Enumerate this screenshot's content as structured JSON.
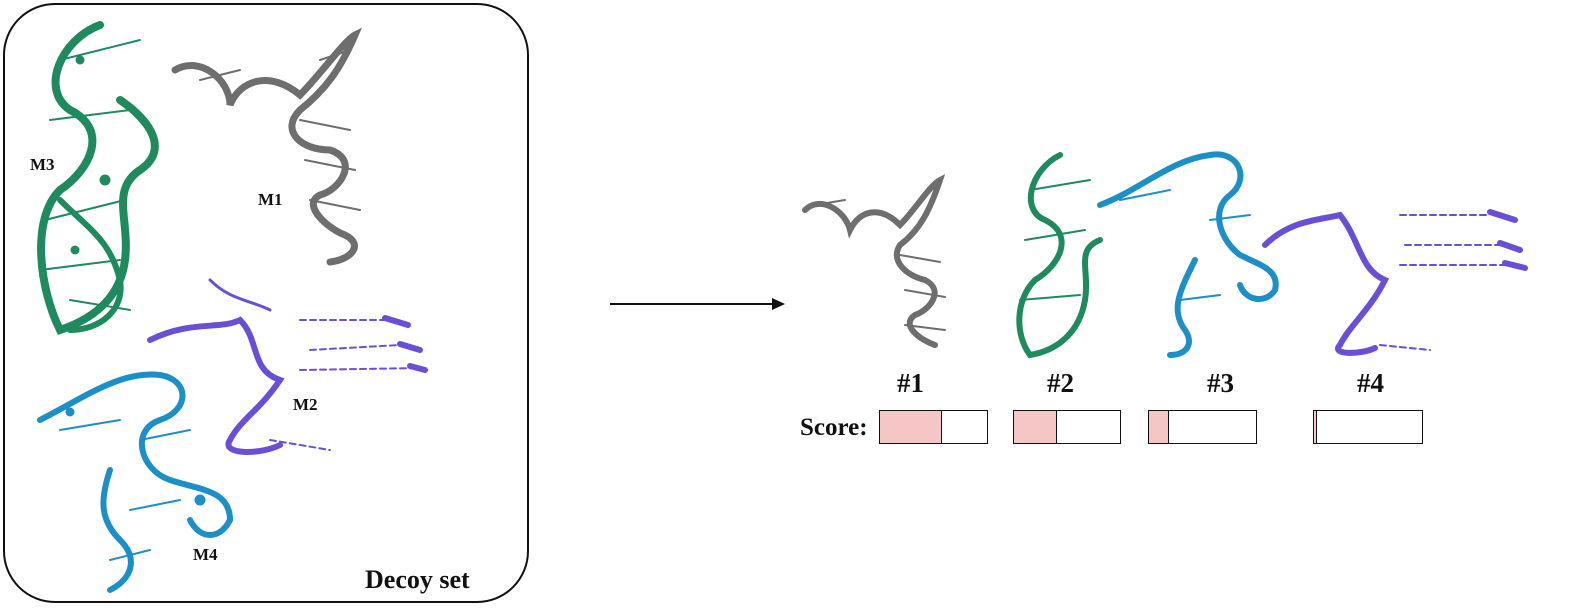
{
  "panel": {
    "title": "Decoy set",
    "models": [
      {
        "label": "M3",
        "color": "#1f8a5e"
      },
      {
        "label": "M1",
        "color": "#6e6e6e"
      },
      {
        "label": "M2",
        "color": "#6a4fd6"
      },
      {
        "label": "M4",
        "color": "#1d8fc7"
      }
    ]
  },
  "ranking": {
    "score_label": "Score:",
    "items": [
      {
        "rank": "#1",
        "model": "M1",
        "color": "#6e6e6e",
        "score_fraction": 0.57
      },
      {
        "rank": "#2",
        "model": "M3",
        "color": "#1f8a5e",
        "score_fraction": 0.4
      },
      {
        "rank": "#3",
        "model": "M4",
        "color": "#1d8fc7",
        "score_fraction": 0.18
      },
      {
        "rank": "#4",
        "model": "M2",
        "color": "#6a4fd6",
        "score_fraction": 0.02
      }
    ]
  },
  "colors": {
    "score_fill": "#f5c6c6",
    "frame": "#111111"
  }
}
